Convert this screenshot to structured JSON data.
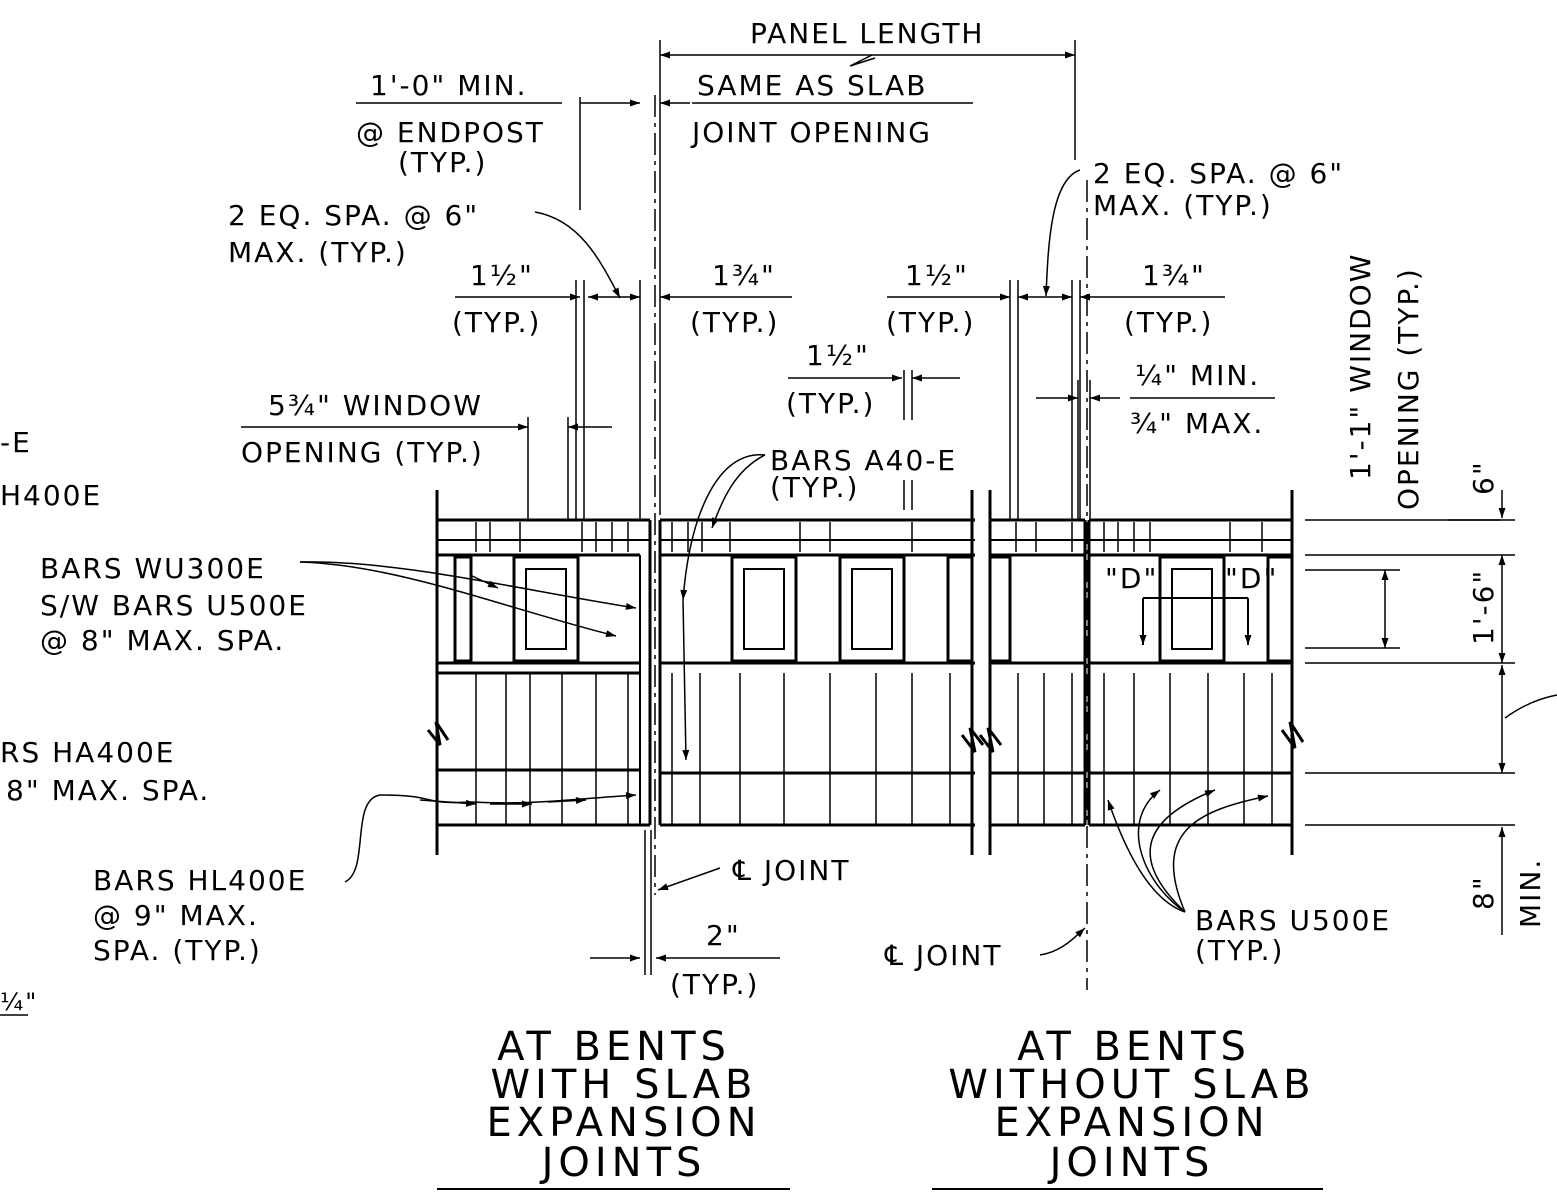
{
  "labels": {
    "panel_length": "PANEL LENGTH",
    "same_as_slab": "SAME AS SLAB",
    "joint_opening": "JOINT OPENING",
    "one_ft_min": "1'-0\" MIN.",
    "at_endpost": "@ ENDPOST",
    "typ": "(TYP.)",
    "two_eq_spa_left": "2 EQ. SPA. @ 6\"",
    "max_typ": "MAX. (TYP.)",
    "two_eq_spa_right": "2 EQ. SPA. @ 6\"",
    "max_typ_right": "MAX. (TYP.)",
    "one_half": "1½\"",
    "three_quarter_one": "1¾\"",
    "five_three_quarter_window": "5¾\" WINDOW",
    "opening_typ": "OPENING (TYP.)",
    "quarter_min": "¼\" MIN.",
    "three_quarter_max": "¾\" MAX.",
    "window_vertical_1": "1'-1\" WINDOW",
    "window_vertical_2": "OPENING (TYP.)",
    "bars_a40e": "BARS A40-E",
    "bars_wu300e": "BARS WU300E",
    "sw_bars_u500e": "S/W  BARS U500E",
    "at_8_max_spa": "@ 8\" MAX. SPA.",
    "bars_ha400e": "RS HA400E",
    "ha_8_max_spa": "8\" MAX. SPA.",
    "bars_hl400e": "BARS HL400E",
    "at_9_max": "@ 9\" MAX.",
    "spa_typ": "SPA. (TYP.)",
    "cl_joint": "℄ JOINT",
    "two_in": "2\"",
    "bars_u500e": "BARS U500E",
    "d_label": "\"D\"",
    "dim_6": "6\"",
    "dim_1_6": "1'-6\"",
    "dim_8_min": "8\"",
    "min": "MIN.",
    "left_e": "-E",
    "left_h400e": "H400E",
    "left_frac": "¼\""
  },
  "titles": {
    "left": [
      "AT BENTS",
      "WITH SLAB",
      "EXPANSION",
      "JOINTS"
    ],
    "right": [
      "AT BENTS",
      "WITHOUT SLAB",
      "EXPANSION",
      "JOINTS"
    ]
  }
}
